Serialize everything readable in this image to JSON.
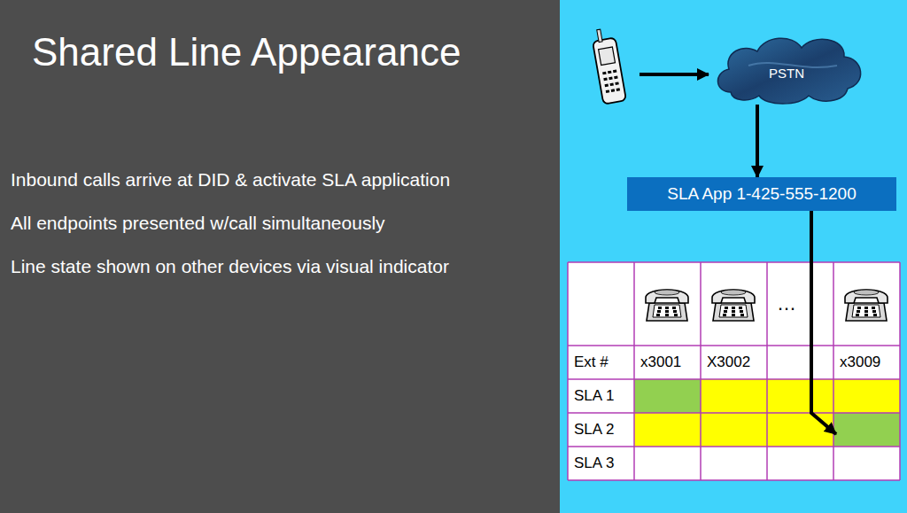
{
  "diagram": {
    "title": "Shared Line Appearance",
    "nodes": [
      {
        "text": [
          "PSTN"
        ]
      },
      {
        "text": [
          "SLA App 1-425-555-1200"
        ]
      }
    ],
    "edges": [
      {
        "from": 0,
        "to": 1,
        "arrow": "to"
      }
    ],
    "labels": [
      "Inbound calls arrive at DID & activate SLA application",
      "All endpoints presented w/call simultaneously",
      "Line state shown on other devices via visual indicator",
      "Ext #",
      "x3001",
      "X3002",
      "x3009",
      "…",
      "SLA 1",
      "SLA 2",
      "SLA 3"
    ]
  }
}
